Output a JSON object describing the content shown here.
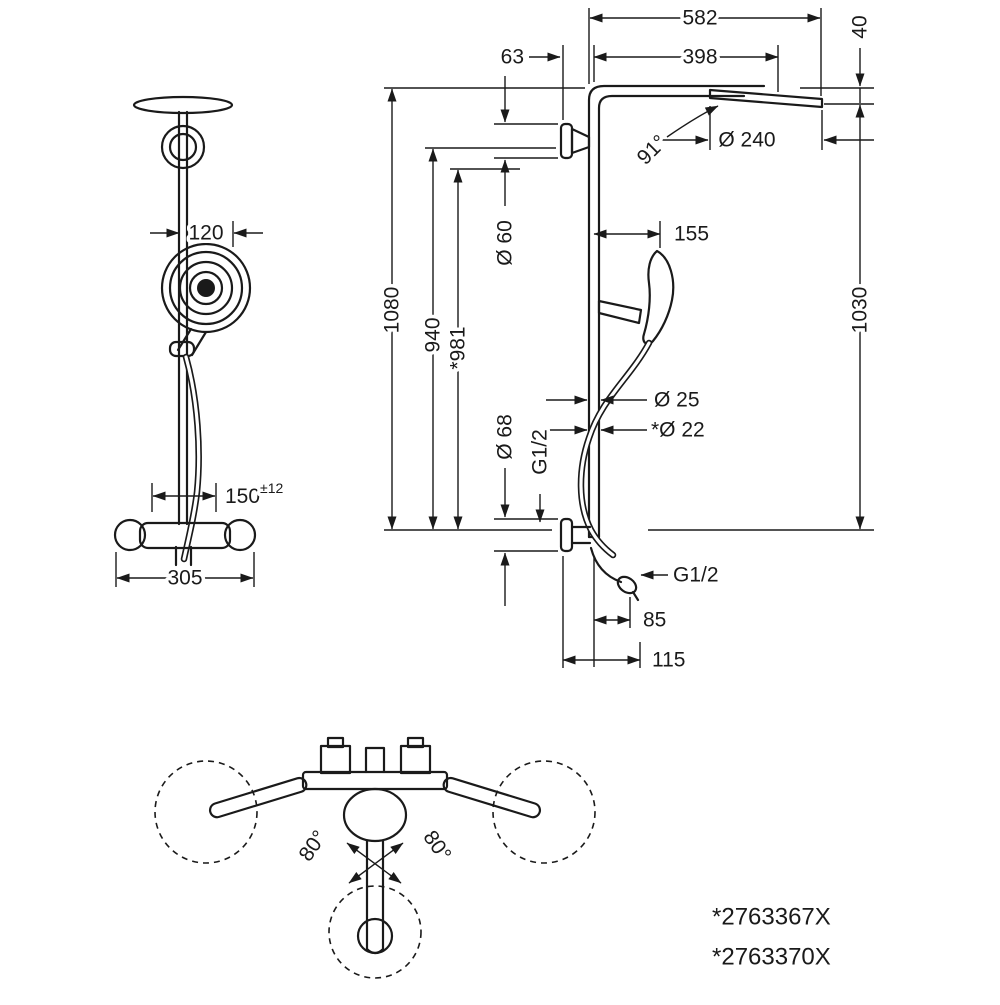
{
  "colors": {
    "line": "#1a1a1a",
    "background": "#ffffff"
  },
  "front_view": {
    "shower_diameter": "120",
    "connection_distance": "150",
    "connection_tolerance": "±12",
    "valve_width": "305"
  },
  "side_view": {
    "overall_width": "582",
    "wall_to_pipe": "63",
    "arm_length": "398",
    "head_drop": "40",
    "head_diameter": "Ø 240",
    "head_angle": "91°",
    "escutcheon_diameter": "Ø 60",
    "handshower_offset": "155",
    "total_height": "1080",
    "height_940": "940",
    "height_981": "*981",
    "height_1030": "1030",
    "pipe_diameter": "Ø 25",
    "pipe_diameter_alt": "*Ø 22",
    "lower_escutcheon_diameter": "Ø 68",
    "wall_thread": "G1/2",
    "outlet_thread": "G1/2",
    "outlet_offset": "85",
    "outlet_depth": "115"
  },
  "top_view": {
    "swivel_left": "80°",
    "swivel_right": "80°"
  },
  "part_numbers": [
    "*2763367X",
    "*2763370X"
  ]
}
